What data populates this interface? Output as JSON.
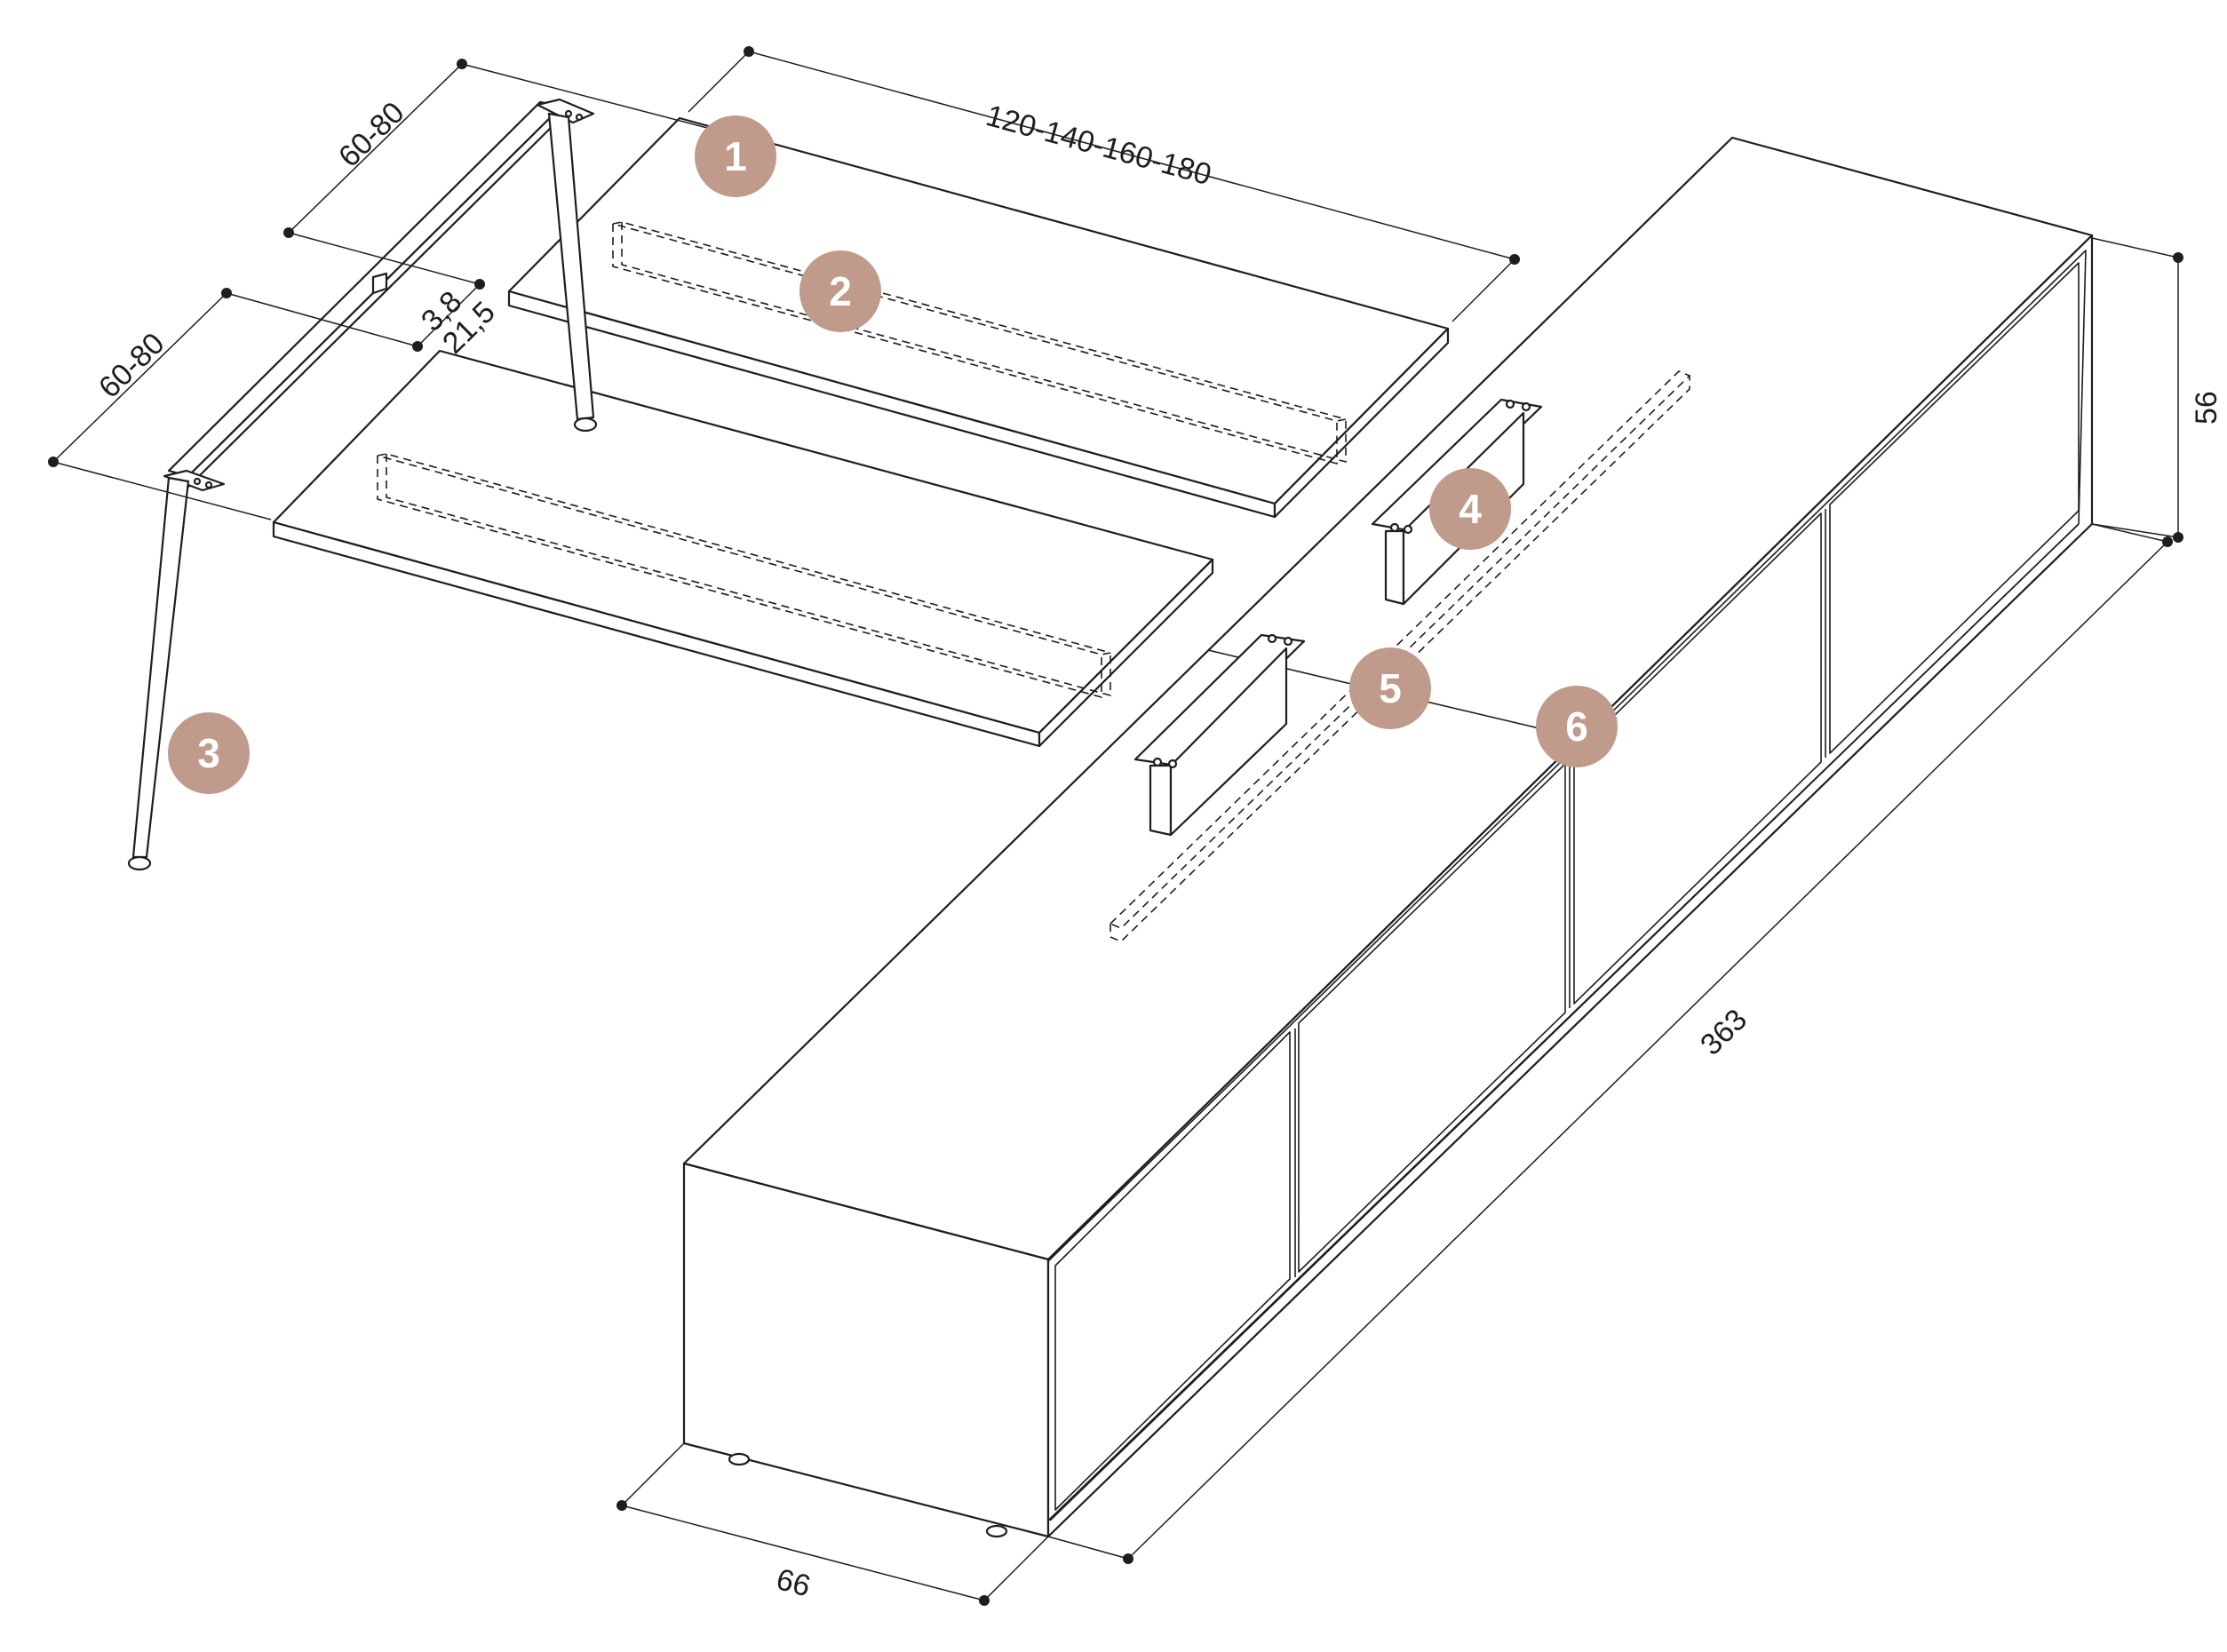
{
  "dimensions": {
    "top_length": "120-140-160-180",
    "upper_depth": "60-80",
    "lower_depth": "60-80",
    "thickness_a": "3,8",
    "thickness_b": "21,5",
    "height": "56",
    "total_length": "363",
    "cabinet_depth": "66"
  },
  "callouts": [
    "1",
    "2",
    "3",
    "4",
    "5",
    "6"
  ],
  "colors": {
    "badge": "#c09a8a",
    "line": "#1e1e1e",
    "background": "#ffffff"
  }
}
